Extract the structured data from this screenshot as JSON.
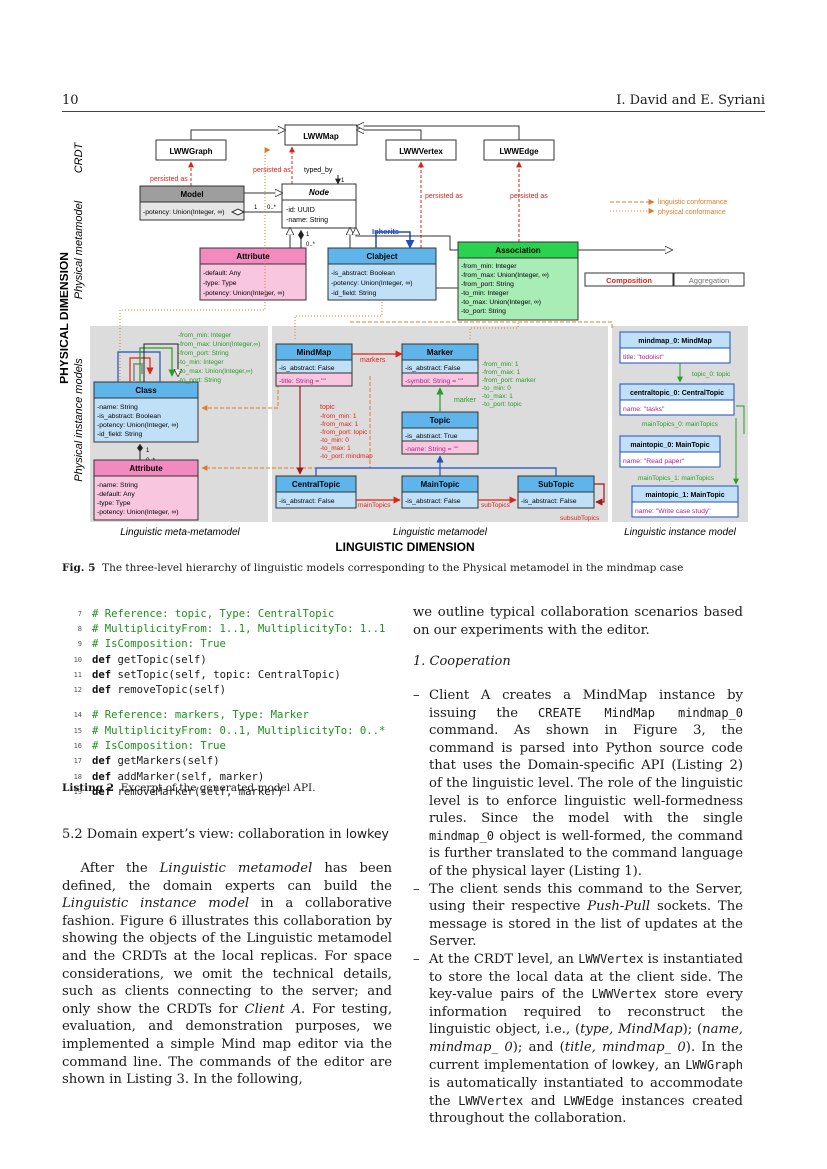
{
  "header": {
    "page_number": "10",
    "authors": "I. David and E. Syriani"
  },
  "figure": {
    "crdt_label": "CRDT",
    "physical_metamodel_label": "Physical metamodel",
    "physical_instance_label": "Physical instance models",
    "physical_dimension_label": "PHYSICAL DIMENSION",
    "linguistic_dimension_label": "LINGUISTIC DIMENSION",
    "ling_meta_metamodel_label": "Linguistic meta-metamodel",
    "ling_metamodel_label": "Linguistic metamodel",
    "ling_instance_label": "Linguistic instance model",
    "lww_map": "LWWMap",
    "lww_graph": "LWWGraph",
    "lww_vertex": "LWWVertex",
    "lww_edge": "LWWEdge",
    "persisted_as": "persisted as",
    "typed_by": "typed_by",
    "mult_1": "1",
    "mult_0n": "0..*",
    "model_title": "Model",
    "model_attr": "-potency: Union(Integer, ∞)",
    "node_title": "Node",
    "node_attrs": [
      "-id: UUID",
      "-name: String"
    ],
    "inherits": "Inherits",
    "attribute_title": "Attribute",
    "attribute_attrs": [
      "-default: Any",
      "-type: Type",
      "-potency: Union(Integer, ∞)"
    ],
    "clabject_title": "Clabject",
    "clabject_attrs": [
      "-is_abstract: Boolean",
      "-potency: Union(Integer, ∞)",
      "-id_field: String"
    ],
    "association_title": "Association",
    "association_attrs": [
      "-from_min: Integer",
      "-from_max: Union(Integer, ∞)",
      "-from_port: String",
      "-to_min: Integer",
      "-to_max: Union(Integer, ∞)",
      "-to_port: String"
    ],
    "legend_linguistic": "linguistic conformance",
    "legend_physical": "physical conformance",
    "composition": "Composition",
    "aggregation": "Aggregation",
    "assoc_labels": [
      "-from_min: Integer",
      "-from_max: Union(Integer,∞)",
      "-from_port: String",
      "-to_min: Integer",
      "-to_max: Union(Integer,∞)",
      "-to_port: String"
    ],
    "class_title": "Class",
    "class_attrs": [
      "-name: String",
      "-is_abstract: Boolean",
      "-potency: Union(Integer, ∞)",
      "-id_field: String"
    ],
    "attr2_title": "Attribute",
    "attr2_attrs": [
      "-name: String",
      "-default: Any",
      "-type: Type",
      "-potency: Union(Integer, ∞)"
    ],
    "mindmap_title": "MindMap",
    "mindmap_attrs": [
      "-is_abstract: False",
      "-title: String = \"\""
    ],
    "marker_title": "Marker",
    "marker_attrs": [
      "-is_abstract: False",
      "-symbol: String = \"\""
    ],
    "topic_title": "Topic",
    "topic_attrs": [
      "-is_abstract: True",
      "-name: String = \"\""
    ],
    "central_title": "CentralTopic",
    "central_attr": "-is_abstract: False",
    "main_title": "MainTopic",
    "main_attr": "-is_abstract: False",
    "sub_title": "SubTopic",
    "sub_attr": "-is_abstract: False",
    "markers_label": "markers",
    "marker_label": "marker",
    "marker_assoc": [
      "-from_min: 1",
      "-from_max: 1",
      "-from_port: marker",
      "-to_min: 0",
      "-to_max: 1",
      "-to_port: topic"
    ],
    "topic_label": "topic",
    "topic_assoc": [
      "-from_min: 1",
      "-from_max: 1",
      "-from_port: topic",
      "-to_min: 0",
      "-to_max: 1",
      "-to_port: mindmap"
    ],
    "main_topics_label": "mainTopics",
    "sub_topics_label": "subTopics",
    "subsub_topics_label": "subsubTopics",
    "inst_mindmap_title": "mindmap_0: MindMap",
    "inst_mindmap_attr": "title: \"todolist\"",
    "inst_link1": "topic_0: topic",
    "inst_central_title": "centraltopic_0: CentralTopic",
    "inst_central_attr": "name: \"tasks\"",
    "inst_link2": "mainTopics_0: mainTopics",
    "inst_main0_title": "maintopic_0: MainTopic",
    "inst_main0_attr": "name: \"Read paper\"",
    "inst_link3": "mainTopics_1: mainTopics",
    "inst_main1_title": "maintopic_1: MainTopic",
    "inst_main1_attr": "name: \"Write case study\""
  },
  "caption": {
    "label": "Fig. 5",
    "text": "The three-level hierarchy of linguistic models corresponding to the Physical metamodel in the mindmap case"
  },
  "code": [
    {
      "n": "7",
      "t": "# Reference: topic, Type: CentralTopic",
      "c": true
    },
    {
      "n": "8",
      "t": "# MultiplicityFrom: 1..1, MultiplicityTo: 1..1",
      "c": true
    },
    {
      "n": "9",
      "t": "# IsComposition: True",
      "c": true
    },
    {
      "n": "10",
      "kw": "def",
      "t": " getTopic(self)"
    },
    {
      "n": "11",
      "kw": "def",
      "t": " setTopic(self, topic: CentralTopic)"
    },
    {
      "n": "12",
      "kw": "def",
      "t": " removeTopic(self)"
    },
    {
      "gap": true
    },
    {
      "n": "14",
      "t": "# Reference: markers, Type: Marker",
      "c": true
    },
    {
      "n": "15",
      "t": "# MultiplicityFrom: 0..1, MultiplicityTo: 0..*",
      "c": true
    },
    {
      "n": "16",
      "t": "# IsComposition: True",
      "c": true
    },
    {
      "n": "17",
      "kw": "def",
      "t": " getMarkers(self)"
    },
    {
      "n": "18",
      "kw": "def",
      "t": " addMarker(self, marker)"
    },
    {
      "n": "19",
      "kw": "def",
      "t": " removeMarker(self, marker)"
    }
  ],
  "listing_caption": {
    "label": "Listing 2",
    "text": "Excerpt of the generated model API."
  },
  "section": {
    "title": "5.2 Domain expert’s view: collaboration in ",
    "tool": "lowkey"
  },
  "left_text": {
    "p1": "After the ",
    "i1": "Linguistic metamodel",
    "p2": " has been defined, the domain experts can build the ",
    "i2": "Linguistic instance model",
    "p3": " in a collaborative fashion. Figure 6 illustrates this collaboration by showing the objects of the Linguistic metamodel and the CRDTs at the local replicas. For space considerations, we omit the technical details, such as clients connecting to the server; and only show the CRDTs for ",
    "i3": "Client A",
    "p4": ". For testing, evaluation, and demonstration purposes, we implemented a simple Mind map editor via the command line. The commands of the editor are shown in Listing 3. In the following,"
  },
  "right_top": "we outline typical collaboration scenarios based on our experiments with the editor.",
  "subsection": "1. Cooperation",
  "bullets": {
    "b1a": "Client A creates a MindMap instance by issuing the ",
    "b1code": "CREATE MindMap mindmap_0",
    "b1b": " command. As shown in Figure 3, the command is parsed into Python source code that uses the Domain-specific API (Listing 2) of the linguistic level. The role of the linguistic level is to enforce linguistic well-formedness rules. Since the model with the single ",
    "b1code2": "mindmap_0",
    "b1c": " object is well-formed, the command is further translated to the command language of the physical layer (Listing 1).",
    "b2a": "The client sends this command to the Server, using their respective ",
    "b2i": "Push-Pull",
    "b2b": " sockets. The message is stored in the list of updates at the Server.",
    "b3a": "At the CRDT level, an ",
    "b3code": "LWWVertex",
    "b3b": " is instantiated to store the local data at the client side. The key-value pairs of the ",
    "b3code2": "LWWVertex",
    "b3c": " store every information required to reconstruct the linguistic object, i.e., (",
    "b3i1": "type, MindMap",
    "b3d": "); (",
    "b3i2": "name, mindmap_ 0",
    "b3e": "); and (",
    "b3i3": "title, mindmap_ 0",
    "b3f": "). In the current implementation of ",
    "b3sf": "lowkey",
    "b3g": ", an ",
    "b3code3": "LWWGraph",
    "b3h": " is automatically instantiated to accommodate the ",
    "b3code4": "LWWVertex",
    "b3i": " and ",
    "b3code5": "LWWEdge",
    "b3j": " instances created throughout the collaboration."
  }
}
